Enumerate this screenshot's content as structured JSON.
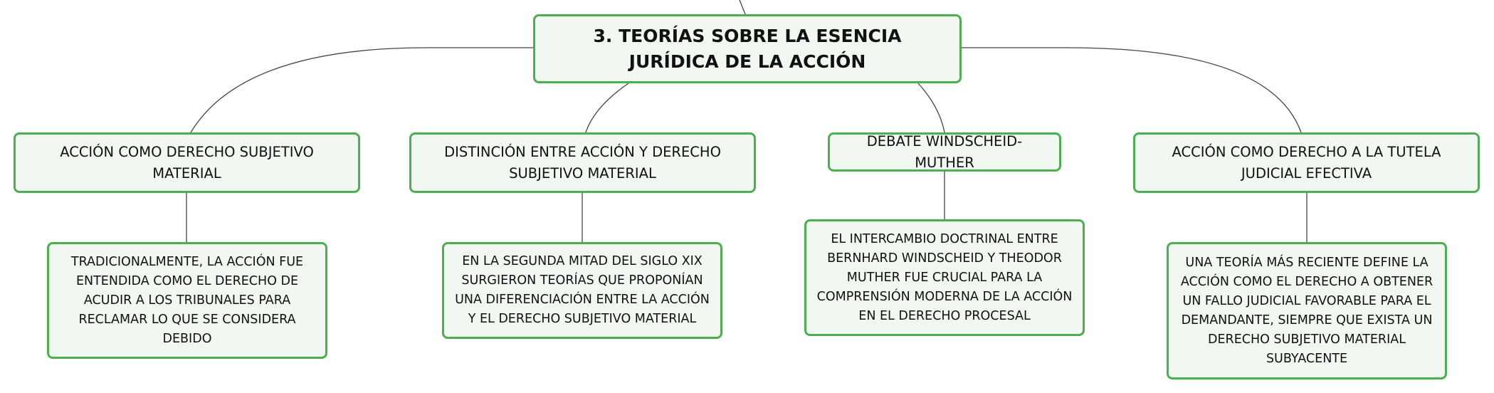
{
  "colors": {
    "node_border": "#4caf50",
    "node_fill": "#f1f8f2",
    "connector": "#444444",
    "text": "#111111"
  },
  "root": {
    "title": "3. TEORÍAS SOBRE LA ESENCIA JURÍDICA DE LA ACCIÓN"
  },
  "branches": [
    {
      "title": "ACCIÓN COMO DERECHO SUBJETIVO MATERIAL",
      "detail": "TRADICIONALMENTE, LA ACCIÓN FUE ENTENDIDA COMO EL DERECHO DE ACUDIR A LOS TRIBUNALES PARA RECLAMAR LO QUE SE CONSIDERA DEBIDO"
    },
    {
      "title": "DISTINCIÓN ENTRE ACCIÓN Y DERECHO SUBJETIVO MATERIAL",
      "detail": "EN LA SEGUNDA MITAD DEL SIGLO XIX SURGIERON TEORÍAS QUE PROPONÍAN UNA DIFERENCIACIÓN ENTRE LA ACCIÓN Y EL DERECHO SUBJETIVO MATERIAL"
    },
    {
      "title": "DEBATE WINDSCHEID-MUTHER",
      "detail": "EL INTERCAMBIO DOCTRINAL ENTRE BERNHARD WINDSCHEID Y THEODOR MUTHER FUE CRUCIAL PARA LA COMPRENSIÓN MODERNA DE LA ACCIÓN EN EL DERECHO PROCESAL"
    },
    {
      "title": "ACCIÓN COMO DERECHO A LA TUTELA JUDICIAL EFECTIVA",
      "detail": "UNA TEORÍA MÁS RECIENTE DEFINE LA ACCIÓN COMO EL DERECHO A OBTENER UN FALLO JUDICIAL FAVORABLE PARA EL DEMANDANTE, SIEMPRE QUE EXISTA UN DERECHO SUBJETIVO MATERIAL SUBYACENTE"
    }
  ]
}
